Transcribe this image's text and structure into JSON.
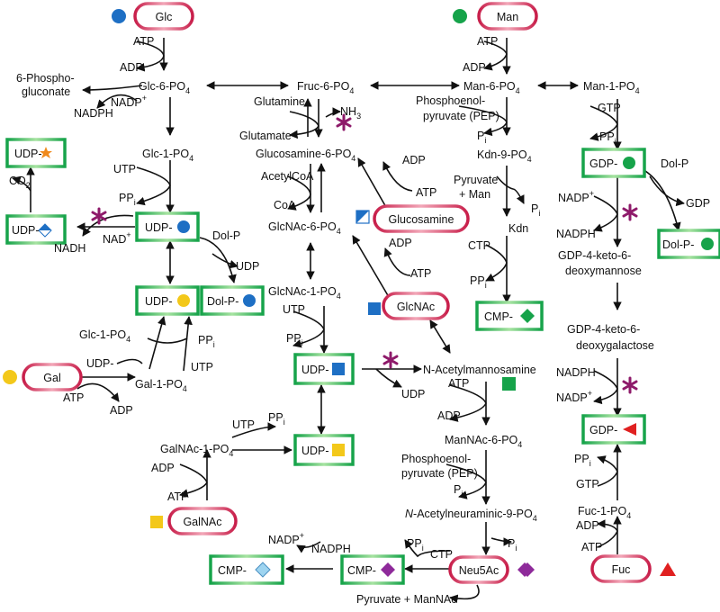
{
  "sugars": {
    "glc": "Glc",
    "man": "Man",
    "glucosamine": "Glucosamine",
    "glcnac": "GlcNAc",
    "gal": "Gal",
    "galnac": "GalNAc",
    "neu5ac": "Neu5Ac",
    "fuc": "Fuc"
  },
  "nucleotides": {
    "udp": "UDP-",
    "cmp": "CMP-",
    "gdp": "GDP-",
    "dolp": "Dol-P-"
  },
  "labels": {
    "sub4": "4",
    "glc6p": "Glc-6-PO",
    "fruc6p": "Fruc-6-PO",
    "man6p": "Man-6-PO",
    "man1p": "Man-1-PO",
    "pg1": "6-Phospho-",
    "pg2": "gluconate",
    "glc1p": "Glc-1-PO",
    "gln6p": "Glucosamine-6-PO",
    "glcnac6p": "GlcNAc-6-PO",
    "glcnac1p": "GlcNAc-1-PO",
    "kdn9p": "Kdn-9-PO",
    "kdn": "Kdn",
    "keto1a": "GDP-4-keto-6-",
    "keto1b": "deoxymannose",
    "keto2a": "GDP-4-keto-6-",
    "keto2b": "deoxygalactose",
    "mannac": "N-Acetylmannosamine",
    "mannac6p": "ManNAc-6-PO",
    "neu9p_it": "N",
    "neu9p": "-Acetylneuraminic-9-PO",
    "galnac1p": "GalNAc-1-PO",
    "gal1p": "Gal-1-PO",
    "fuc1p": "Fuc-1-PO",
    "pyrmannac": "Pyruvate + ManNAc"
  },
  "co": {
    "atp": "ATP",
    "adp": "ADP",
    "utp": "UTP",
    "ctp": "CTP",
    "gtp": "GTP",
    "gdp": "GDP",
    "udp": "UDP",
    "udp_dash": "UDP-",
    "nadph": "NADPH",
    "nadp": "NADP",
    "nadh": "NADH",
    "nad": "NAD",
    "plus": "+",
    "pp": "PP",
    "p": "P",
    "i": "i",
    "co": "CO",
    "two": "2",
    "nh": "NH",
    "three": "3",
    "glutamine": "Glutamine",
    "glutamate": "Glutamate",
    "acetylcoa": "AcetylCoA",
    "coa": "CoA",
    "dolp_short": "Dol-P",
    "pep1": "Phosphoenol-",
    "pep2": "pyruvate (PEP)",
    "pyruvate": "Pyruvate",
    "plusman": "+ Man"
  },
  "colors": {
    "sugar_box": "#c81e4a",
    "nucleotide_box": "#16a34a",
    "star": "#8e1a6a",
    "glc_blue": "#1e6fc4",
    "man_green": "#16a34a",
    "gal_yellow": "#f3c81a",
    "neu5ac_purple": "#8e2a9a",
    "fuc_red": "#e02020",
    "xyl_orange": "#f08a1c",
    "neu5gc_lightblue": "#9ed4f0"
  }
}
